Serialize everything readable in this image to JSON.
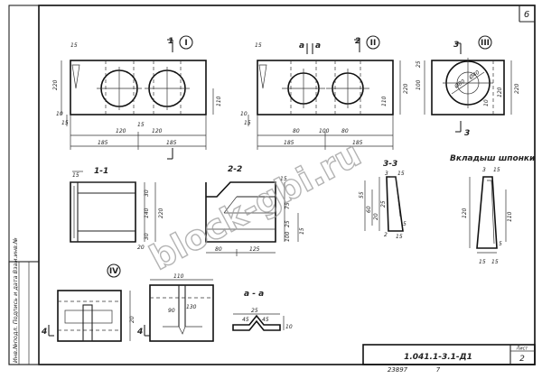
{
  "sheet": {
    "number": "6",
    "code": "1.041.1-3.1-Д1",
    "page": "2",
    "page_label": "Лист",
    "inventory": "23897",
    "inventory_suffix": "7",
    "side_stamp": "Инв.№подл. Подпись и дата Взам.инв.№",
    "watermark": "block-gbi.ru"
  },
  "views": {
    "I": {
      "numeral": "I",
      "cut_mark": "1",
      "dims": [
        "15",
        "220",
        "10",
        "15",
        "120",
        "15",
        "120",
        "110",
        "185",
        "185"
      ]
    },
    "II": {
      "numeral": "II",
      "cut_mark_a": "а",
      "cut_mark_2": "2",
      "dims": [
        "15",
        "10",
        "80",
        "100",
        "80",
        "220",
        "110",
        "15",
        "185",
        "185"
      ]
    },
    "III": {
      "numeral": "III",
      "cut_mark": "3",
      "dims": [
        "25",
        "100",
        "10",
        "120",
        "220",
        "Ø80",
        "Ø40"
      ]
    },
    "IV": {
      "numeral": "IV",
      "cut_mark": "4",
      "dims": [
        "110",
        "130",
        "90",
        "20"
      ]
    }
  },
  "sections": {
    "s11": {
      "title": "1-1",
      "dims": [
        "15",
        "30",
        "140",
        "30",
        "220",
        "20"
      ]
    },
    "s22": {
      "title": "2-2",
      "dims": [
        "15",
        "75",
        "25",
        "100",
        "80",
        "125",
        "15"
      ]
    },
    "s33": {
      "title": "3-3",
      "dims": [
        "3",
        "15",
        "55",
        "60",
        "20",
        "25",
        "2",
        "5",
        "15"
      ]
    },
    "aa": {
      "title": "а - а",
      "dims": [
        "45",
        "45",
        "25",
        "10"
      ]
    },
    "shponka": {
      "title": "Вкладыш шпонки",
      "dims": [
        "3",
        "15",
        "120",
        "110",
        "5",
        "15",
        "15"
      ]
    }
  }
}
